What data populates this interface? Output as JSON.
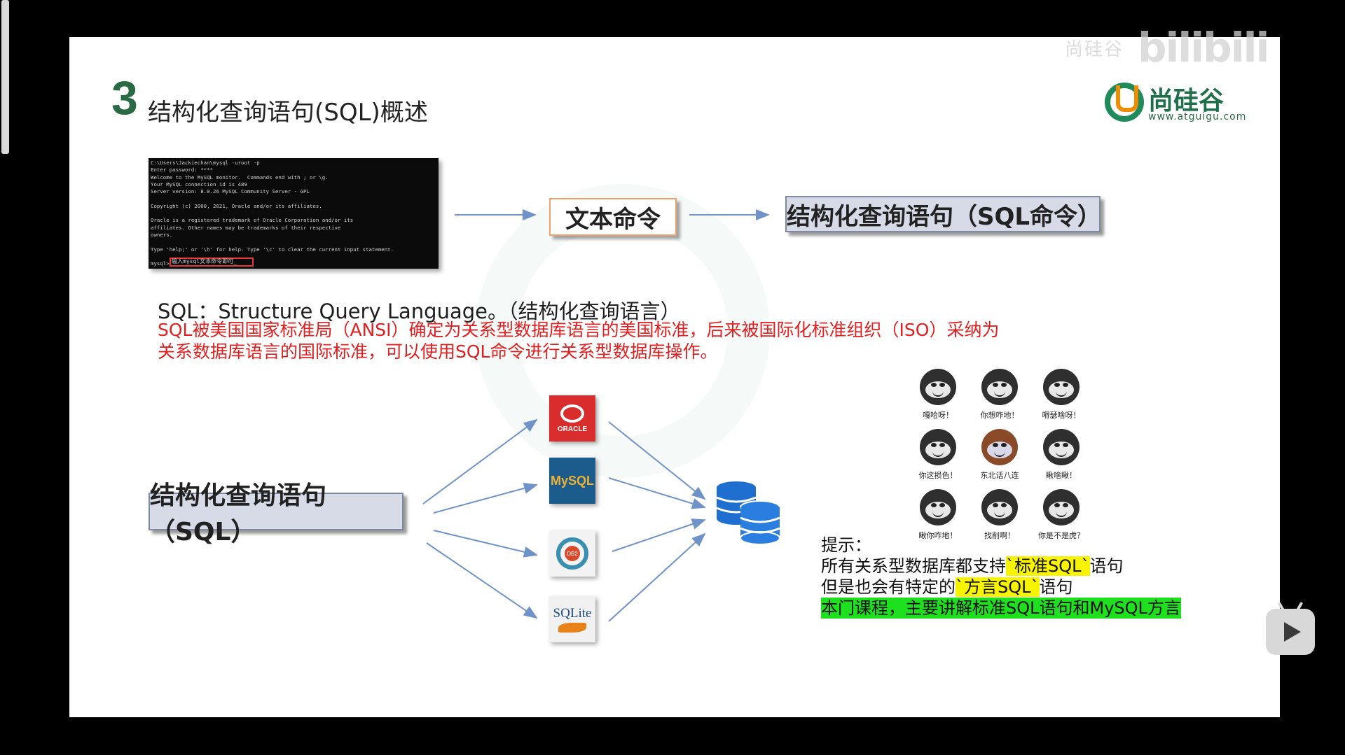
{
  "slide": {
    "section_number": "3",
    "section_title": "结构化查询语句(SQL)概述",
    "brand": {
      "name": "尚硅谷",
      "url": "www.atguigu.com"
    },
    "terminal": {
      "text": "C:\\Users\\Jackiechan\\mysql -uroot -p\nEnter password: ****\nWelcome to the MySQL monitor.  Commands end with ; or \\g.\nYour MySQL connection id is 489\nServer version: 8.0.26 MySQL Community Server - GPL\n\nCopyright (c) 2000, 2021, Oracle and/or its affiliates.\n\nOracle is a registered trademark of Oracle Corporation and/or its\naffiliates. Other names may be trademarks of their respective\nowners.\n\nType 'help;' or '\\h' for help. Type '\\c' to clear the current input statement.\n\nmysql>",
      "input_hint": "输入mysql文本命令即可_"
    },
    "text_command_label": "文本命令",
    "sql_command_label": "结构化查询语句（SQL命令）",
    "definition": "SQL：Structure Query Language。（结构化查询语言）",
    "description_line1": "SQL被美国国家标准局（ANSI）确定为关系型数据库语言的美国标准，后来被国际化标准组织（ISO）采纳为",
    "description_line2": "关系数据库语言的国际标准，可以使用SQL命令进行关系型数据库操作。",
    "sql_main_label": "结构化查询语句（SQL）",
    "db_icons": {
      "oracle": "ORACLE",
      "mysql": "MySQL",
      "db2": "DB2",
      "sqlite": "SQLite"
    },
    "stickers": [
      "嘎哈呀！",
      "你想咋地！",
      "嘚瑟啥呀！",
      "你这损色！",
      "东北话八连",
      "瞅啥瞅！",
      "瞅你咋地！",
      "找削啊！",
      "你是不是虎？"
    ],
    "tip": {
      "title": "提示：",
      "line1_prefix": "所有关系型数据库都支持",
      "line1_highlight": "`标准SQL`",
      "line1_suffix": "语句",
      "line2_prefix": "但是也会有特定的",
      "line2_highlight": "`方言SQL`",
      "line2_suffix": "语句",
      "line3": "本门课程，主要讲解标准SQL语句和MySQL方言"
    }
  },
  "player": {
    "watermark_author": "尚硅谷",
    "watermark_logo": "bilibili"
  },
  "colors": {
    "accent_green": "#2a6b45",
    "description_red": "#e02020",
    "highlight_yellow": "#f8f400",
    "highlight_green": "#1fe01f",
    "arrow_blue": "#6f93c8"
  }
}
